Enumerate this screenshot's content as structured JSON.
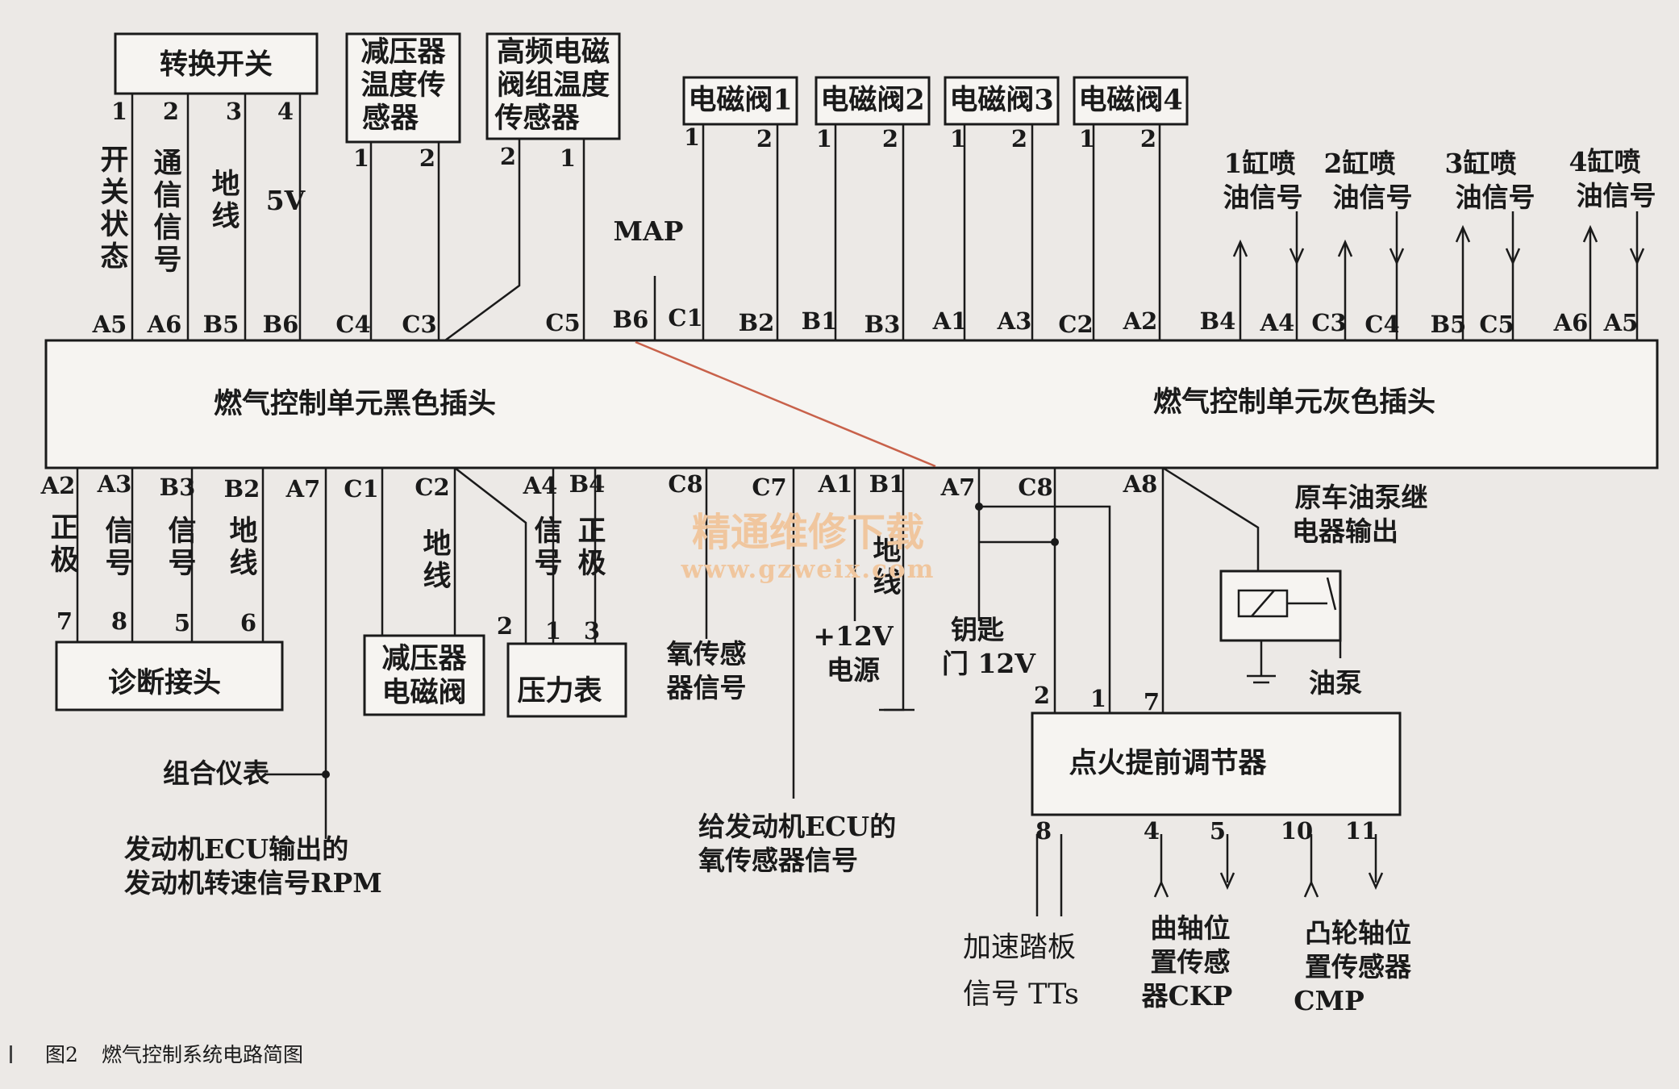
{
  "boxes": {
    "switch": "转换开关",
    "reducer_temp": [
      "减压器",
      "温度传",
      "感器"
    ],
    "hf_temp": [
      "高频电磁",
      "阀组温度",
      "传感器"
    ],
    "valves": [
      "电磁阀1",
      "电磁阀2",
      "电磁阀3",
      "电磁阀4"
    ],
    "ecu_black": "燃气控制单元黑色插头",
    "ecu_grey": "燃气控制单元灰色插头",
    "diag": "诊断接头",
    "reducer_valve": [
      "减压器",
      "电磁阀"
    ],
    "gauge": "压力表",
    "advancer": "点火提前调节器"
  },
  "top_pins": {
    "switch": [
      "1",
      "2",
      "3",
      "4"
    ],
    "reducer_temp": [
      "1",
      "2"
    ],
    "hf_temp": [
      "2",
      "1"
    ],
    "valve_pins": [
      "1",
      "2"
    ]
  },
  "top_signals": {
    "switch_state": [
      "开",
      "关",
      "状",
      "态"
    ],
    "comm": [
      "通",
      "信",
      "信",
      "号"
    ],
    "ground": [
      "地",
      "线"
    ],
    "v5": "5V",
    "map": "MAP",
    "inj": [
      [
        "1缸喷",
        "油信号"
      ],
      [
        "2缸喷",
        "油信号"
      ],
      [
        "3缸喷",
        "油信号"
      ],
      [
        "4缸喷",
        "油信号"
      ]
    ]
  },
  "connector_top": [
    "A5",
    "A6",
    "B5",
    "B6",
    "C4",
    "C3",
    "C5",
    "B6",
    "C1",
    "B2",
    "B1",
    "B3",
    "A1",
    "A3",
    "C2",
    "A2",
    "B4",
    "A4",
    "C3",
    "C4",
    "B5",
    "C5",
    "A6",
    "A5"
  ],
  "connector_bottom": [
    "A2",
    "A3",
    "B3",
    "B2",
    "A7",
    "C1",
    "C2",
    "A4",
    "B4",
    "C8",
    "C7",
    "A1",
    "B1",
    "A7",
    "C8",
    "A8"
  ],
  "bottom_signals": {
    "pos1": [
      "正",
      "极"
    ],
    "sig1": [
      "信",
      "号"
    ],
    "sig2": [
      "信",
      "号"
    ],
    "gnd1": [
      "地",
      "线"
    ],
    "gnd2": [
      "地",
      "线"
    ],
    "sig3": [
      "信",
      "号"
    ],
    "pos2": [
      "正",
      "极"
    ],
    "gnd3": [
      "地",
      "线"
    ],
    "o2": [
      "氧传感",
      "器信号"
    ],
    "pwr": [
      "+12V",
      "电源"
    ],
    "key": [
      "钥匙",
      "门 12V"
    ],
    "pump_relay": [
      "原车油泵继",
      "电器输出"
    ],
    "pump": "油泵"
  },
  "bottom_pins": {
    "diag": [
      "7",
      "8",
      "5",
      "6"
    ],
    "gauge": [
      "2",
      "1",
      "3"
    ],
    "advancer_top": [
      "2",
      "1",
      "7"
    ],
    "advancer_bottom": [
      "8",
      "4",
      "5",
      "10",
      "11"
    ]
  },
  "lower_labels": {
    "cluster": "组合仪表",
    "rpm": [
      "发动机ECU输出的",
      "发动机转速信号RPM"
    ],
    "o2_ecu": [
      "给发动机ECU的",
      "氧传感器信号"
    ],
    "tps": [
      "加速踏板",
      "信号 TTs"
    ],
    "ckp": [
      "曲轴位",
      "置传感",
      "器CKP"
    ],
    "cmp": [
      "凸轮轴位",
      "置传感器",
      "CMP"
    ]
  },
  "watermark": [
    "精通维修下载",
    "www.gzweix.com"
  ],
  "caption": {
    "num": "图2",
    "text": "燃气控制系统电路简图"
  },
  "colors": {
    "accent_line": "#c8614a",
    "watermark": "#f0c69e"
  }
}
